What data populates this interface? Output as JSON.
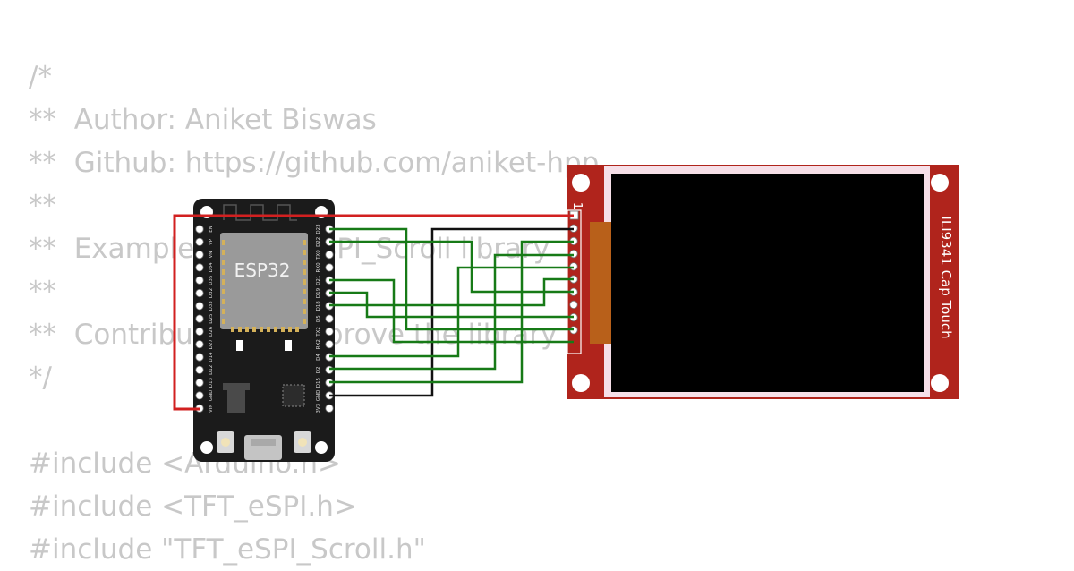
{
  "code_lines": [
    "/*",
    "**  Author: Aniket Biswas",
    "**  Github: https://github.com/aniket-hpp",
    "**",
    "**  Example of TFT_eSPI_Scroll library",
    "**",
    "**  Contribute and improve the library",
    "*/",
    "",
    "#include <Arduino.h>",
    "#include <TFT_eSPI.h>",
    "#include \"TFT_eSPI_Scroll.h\""
  ],
  "esp32": {
    "chip_label": "ESP32",
    "left_pins": [
      "EN",
      "VP",
      "VN",
      "D34",
      "D35",
      "D32",
      "D33",
      "D25",
      "D26",
      "D27",
      "D14",
      "D12",
      "D13",
      "GND",
      "VIN"
    ],
    "right_pins": [
      "D23",
      "D22",
      "TX0",
      "RX0",
      "D21",
      "D19",
      "D18",
      "D5",
      "TX2",
      "RX2",
      "D4",
      "D2",
      "D15",
      "GND",
      "3V3"
    ]
  },
  "display": {
    "label": "ILI9341 Cap Touch",
    "pin1_marker": "1",
    "pin_count": 10
  },
  "colors": {
    "pcb_black": "#1b1b1b",
    "pcb_red": "#b0241c",
    "wire_green": "#177a17",
    "wire_red": "#d22020",
    "wire_black": "#111111",
    "code_text": "#c8c8c8"
  }
}
